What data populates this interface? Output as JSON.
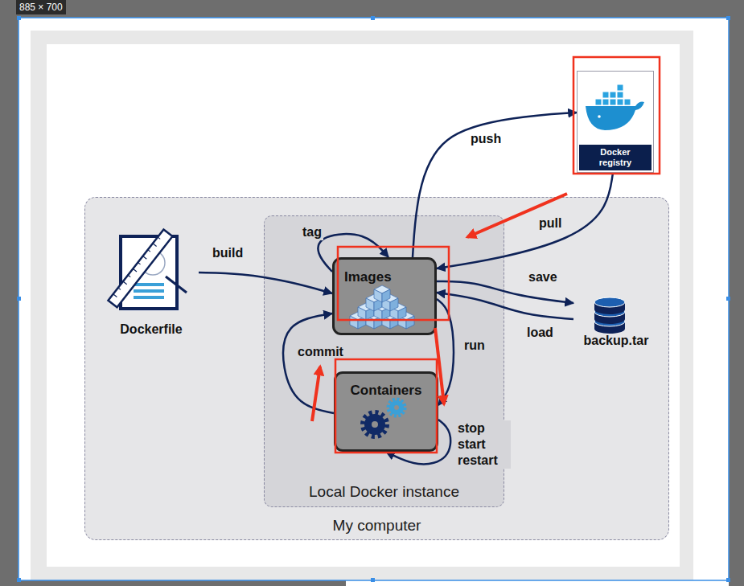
{
  "diagram": {
    "nodes": [
      {
        "text": [
          "Docker registry"
        ]
      },
      {
        "text": [
          "My computer"
        ]
      },
      {
        "text": [
          "Dockerfile"
        ],
        "in": 1
      },
      {
        "text": [
          "Local Docker instance"
        ],
        "in": 1
      },
      {
        "text": [
          "Images"
        ],
        "in": 3
      },
      {
        "text": [
          "Containers"
        ],
        "in": 3
      },
      {
        "text": [
          "backup.tar"
        ],
        "in": 1
      }
    ],
    "edges": [
      {
        "from": 2,
        "to": 4,
        "label": "build",
        "arrow": "to"
      },
      {
        "from": 4,
        "to": 0,
        "label": "push",
        "arrow": "to"
      },
      {
        "from": 0,
        "to": 4,
        "label": "pull",
        "arrow": "to"
      },
      {
        "from": 4,
        "to": 4,
        "label": "tag",
        "arrow": "to"
      },
      {
        "from": 4,
        "to": 6,
        "label": "save",
        "arrow": "to"
      },
      {
        "from": 6,
        "to": 4,
        "label": "load",
        "arrow": "to"
      },
      {
        "from": 4,
        "to": 5,
        "label": "run",
        "arrow": "to"
      },
      {
        "from": 5,
        "to": 4,
        "label": "commit",
        "arrow": "to"
      },
      {
        "from": 5,
        "to": 5,
        "label": "stop start restart",
        "arrow": "to"
      }
    ],
    "labels": [
      "885 × 700"
    ]
  }
}
